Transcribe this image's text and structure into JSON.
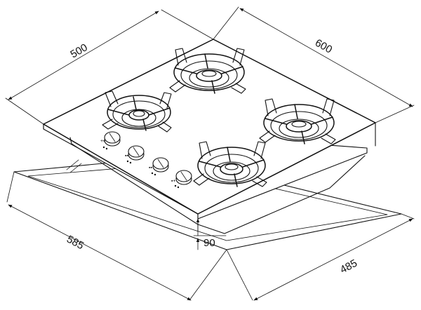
{
  "diagram": {
    "dimensions": {
      "top_depth": "500",
      "top_width": "600",
      "cutout_width": "585",
      "cutout_depth": "485",
      "height": "90"
    },
    "burners": [
      {
        "name": "rear-left"
      },
      {
        "name": "rear-center"
      },
      {
        "name": "right"
      },
      {
        "name": "front-center"
      }
    ],
    "knobs": [
      {
        "name": "knob-1"
      },
      {
        "name": "knob-2"
      },
      {
        "name": "knob-3"
      },
      {
        "name": "knob-4"
      }
    ]
  }
}
